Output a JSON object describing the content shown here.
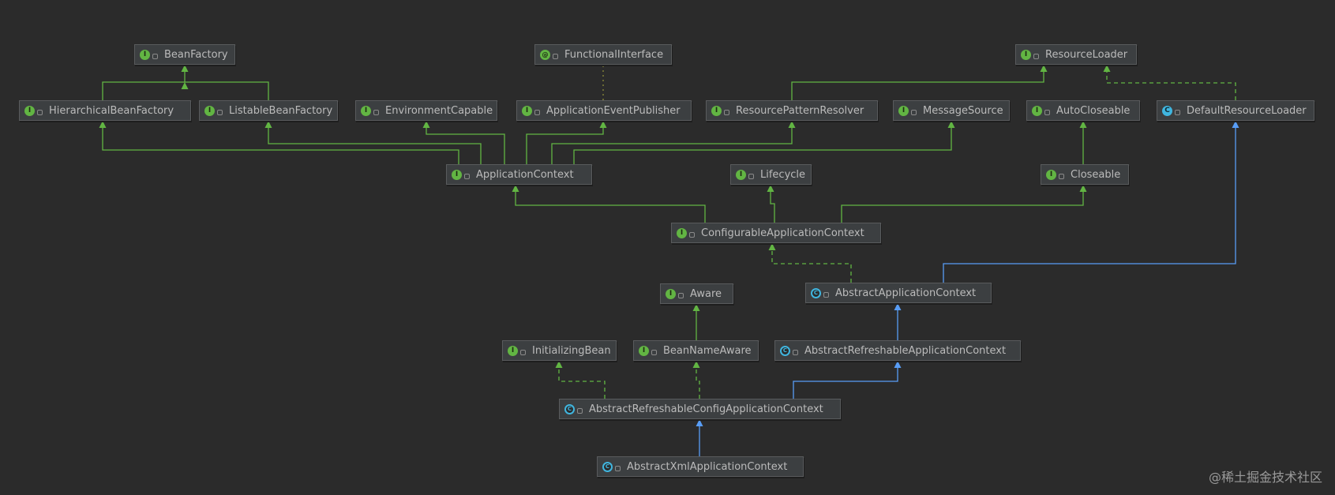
{
  "nodes": [
    {
      "id": "BeanFactory",
      "label": "BeanFactory",
      "kind": "interface"
    },
    {
      "id": "FunctionalInterface",
      "label": "FunctionalInterface",
      "kind": "annotation"
    },
    {
      "id": "ResourceLoader",
      "label": "ResourceLoader",
      "kind": "interface"
    },
    {
      "id": "HierarchicalBeanFactory",
      "label": "HierarchicalBeanFactory",
      "kind": "interface"
    },
    {
      "id": "ListableBeanFactory",
      "label": "ListableBeanFactory",
      "kind": "interface"
    },
    {
      "id": "EnvironmentCapable",
      "label": "EnvironmentCapable",
      "kind": "interface"
    },
    {
      "id": "ApplicationEventPublisher",
      "label": "ApplicationEventPublisher",
      "kind": "interface"
    },
    {
      "id": "ResourcePatternResolver",
      "label": "ResourcePatternResolver",
      "kind": "interface"
    },
    {
      "id": "MessageSource",
      "label": "MessageSource",
      "kind": "interface"
    },
    {
      "id": "AutoCloseable",
      "label": "AutoCloseable",
      "kind": "interface"
    },
    {
      "id": "DefaultResourceLoader",
      "label": "DefaultResourceLoader",
      "kind": "class"
    },
    {
      "id": "ApplicationContext",
      "label": "ApplicationContext",
      "kind": "interface"
    },
    {
      "id": "Lifecycle",
      "label": "Lifecycle",
      "kind": "interface"
    },
    {
      "id": "Closeable",
      "label": "Closeable",
      "kind": "interface"
    },
    {
      "id": "ConfigurableApplicationContext",
      "label": "ConfigurableApplicationContext",
      "kind": "interface"
    },
    {
      "id": "Aware",
      "label": "Aware",
      "kind": "interface"
    },
    {
      "id": "AbstractApplicationContext",
      "label": "AbstractApplicationContext",
      "kind": "abstract"
    },
    {
      "id": "InitializingBean",
      "label": "InitializingBean",
      "kind": "interface"
    },
    {
      "id": "BeanNameAware",
      "label": "BeanNameAware",
      "kind": "interface"
    },
    {
      "id": "AbstractRefreshableApplicationContext",
      "label": "AbstractRefreshableApplicationContext",
      "kind": "abstract"
    },
    {
      "id": "AbstractRefreshableConfigApplicationContext",
      "label": "AbstractRefreshableConfigApplicationContext",
      "kind": "abstract"
    },
    {
      "id": "AbstractXmlApplicationContext",
      "label": "AbstractXmlApplicationContext",
      "kind": "abstract"
    }
  ],
  "edges": [
    {
      "from": "HierarchicalBeanFactory",
      "to": "BeanFactory",
      "type": "extends"
    },
    {
      "from": "ListableBeanFactory",
      "to": "BeanFactory",
      "type": "extends"
    },
    {
      "from": "ApplicationEventPublisher",
      "to": "FunctionalInterface",
      "type": "annotated"
    },
    {
      "from": "ResourcePatternResolver",
      "to": "ResourceLoader",
      "type": "extends"
    },
    {
      "from": "DefaultResourceLoader",
      "to": "ResourceLoader",
      "type": "implements"
    },
    {
      "from": "ApplicationContext",
      "to": "HierarchicalBeanFactory",
      "type": "extends"
    },
    {
      "from": "ApplicationContext",
      "to": "ListableBeanFactory",
      "type": "extends"
    },
    {
      "from": "ApplicationContext",
      "to": "EnvironmentCapable",
      "type": "extends"
    },
    {
      "from": "ApplicationContext",
      "to": "ApplicationEventPublisher",
      "type": "extends"
    },
    {
      "from": "ApplicationContext",
      "to": "ResourcePatternResolver",
      "type": "extends"
    },
    {
      "from": "ApplicationContext",
      "to": "MessageSource",
      "type": "extends"
    },
    {
      "from": "Closeable",
      "to": "AutoCloseable",
      "type": "extends"
    },
    {
      "from": "ConfigurableApplicationContext",
      "to": "ApplicationContext",
      "type": "extends"
    },
    {
      "from": "ConfigurableApplicationContext",
      "to": "Lifecycle",
      "type": "extends"
    },
    {
      "from": "ConfigurableApplicationContext",
      "to": "Closeable",
      "type": "extends"
    },
    {
      "from": "AbstractApplicationContext",
      "to": "ConfigurableApplicationContext",
      "type": "implements"
    },
    {
      "from": "AbstractApplicationContext",
      "to": "DefaultResourceLoader",
      "type": "class-extends"
    },
    {
      "from": "BeanNameAware",
      "to": "Aware",
      "type": "extends"
    },
    {
      "from": "AbstractRefreshableApplicationContext",
      "to": "AbstractApplicationContext",
      "type": "class-extends"
    },
    {
      "from": "AbstractRefreshableConfigApplicationContext",
      "to": "InitializingBean",
      "type": "implements"
    },
    {
      "from": "AbstractRefreshableConfigApplicationContext",
      "to": "BeanNameAware",
      "type": "implements"
    },
    {
      "from": "AbstractRefreshableConfigApplicationContext",
      "to": "AbstractRefreshableApplicationContext",
      "type": "class-extends"
    },
    {
      "from": "AbstractXmlApplicationContext",
      "to": "AbstractRefreshableConfigApplicationContext",
      "type": "class-extends"
    }
  ],
  "badges": {
    "interface": "I",
    "annotation": "@",
    "class": "C",
    "abstract": "C"
  },
  "colors": {
    "background": "#2b2b2b",
    "node_fill": "#3c3f41",
    "node_border": "#595b5d",
    "text": "#bbbbbb",
    "interface_green": "#62b543",
    "class_blue": "#589df6",
    "dotted_olive": "#8c8c3a"
  },
  "watermark": "@稀土掘金技术社区"
}
